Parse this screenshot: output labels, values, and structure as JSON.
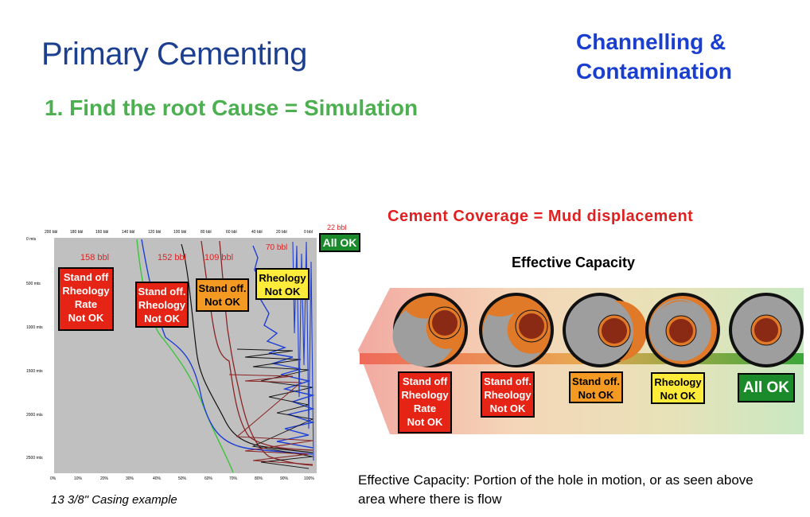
{
  "slide": {
    "title": "Primary Cementing",
    "subtitle": "1. Find the root Cause = Simulation",
    "topright_line1": "Channelling &",
    "topright_line2": "Contamination"
  },
  "simulation_chart": {
    "top_axis_ticks": [
      "200 bbl",
      "180 bbl",
      "160 bbl",
      "140 bbl",
      "120 bbl",
      "100 bbl",
      "80 bbl",
      "60 bbl",
      "40 bbl",
      "20 bbl",
      "0 bbl"
    ],
    "left_axis_ticks": [
      "0 mts",
      "500 mts",
      "1000 mts",
      "1500 mts",
      "2000 mts",
      "2500 mts"
    ],
    "bottom_axis_ticks": [
      "0%",
      "10%",
      "20%",
      "30%",
      "40%",
      "50%",
      "60%",
      "70%",
      "80%",
      "90%",
      "100%"
    ],
    "bbl_labels": {
      "l158": "158 bbl",
      "l152": "152 bbl",
      "l109": "109 bbl",
      "l70": "70 bbl",
      "l22": "22 bbl"
    },
    "boxes": {
      "b1": [
        "Stand off",
        "Rheology",
        "Rate",
        "Not OK"
      ],
      "b2": [
        "Stand off.",
        "Rheology",
        "Not OK"
      ],
      "b3": [
        "Stand off.",
        "Not OK"
      ],
      "b4": [
        "Rheology",
        "Not OK"
      ],
      "b5": [
        "All OK"
      ]
    },
    "caption": "13 3/8\" Casing example",
    "colors": {
      "plot_bg": "#c0c0c0",
      "blue": "#1e3fd6",
      "green": "#3cc43c",
      "brown": "#8a2424",
      "black": "#111111"
    }
  },
  "effective_capacity": {
    "heading": "Cement Coverage = Mud displacement",
    "title": "Effective Capacity",
    "boxes": {
      "c1": [
        "Stand off",
        "Rheology",
        "Rate",
        "Not OK"
      ],
      "c2": [
        "Stand off.",
        "Rheology",
        "Not OK"
      ],
      "c3": [
        "Stand off.",
        "Not OK"
      ],
      "c4": [
        "Rheology",
        "Not OK"
      ],
      "c5": [
        "All OK"
      ]
    },
    "note_line1": "Effective Capacity: Portion of the hole in motion, or as seen above",
    "note_line2": "area where there is flow"
  }
}
